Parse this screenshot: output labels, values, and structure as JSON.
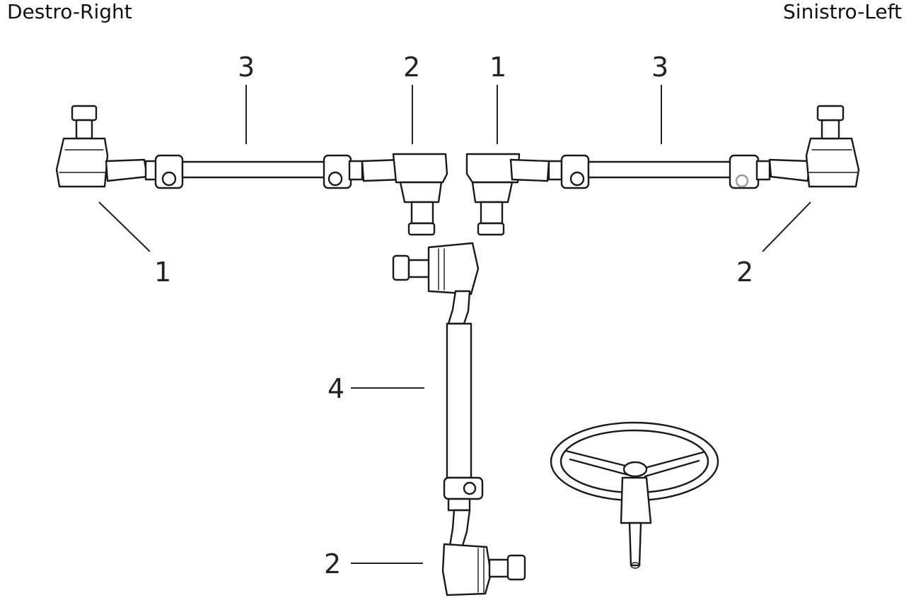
{
  "labels": {
    "right": "Destro-Right",
    "left": "Sinistro-Left"
  },
  "callouts": {
    "top_3_left": "3",
    "top_2_center": "2",
    "top_1_center": "1",
    "top_3_right": "3",
    "bottom_1_left": "1",
    "bottom_2_right": "2",
    "drag_link_4": "4",
    "drag_link_2": "2"
  }
}
